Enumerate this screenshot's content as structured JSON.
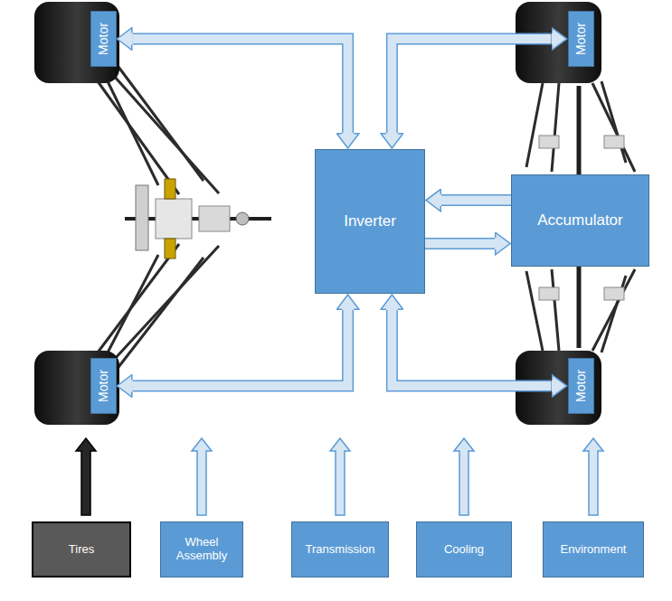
{
  "diagram": {
    "nodes": [
      {
        "text": [
          "Motor"
        ]
      },
      {
        "text": [
          "Motor"
        ]
      },
      {
        "text": [
          "Inverter"
        ]
      },
      {
        "text": [
          "Accumulator"
        ]
      },
      {
        "text": [
          "Motor"
        ]
      },
      {
        "text": [
          "Motor"
        ]
      },
      {
        "text": [
          "Tires"
        ]
      },
      {
        "text": [
          "Wheel Assembly"
        ]
      },
      {
        "text": [
          "Transmission"
        ]
      },
      {
        "text": [
          "Cooling"
        ]
      },
      {
        "text": [
          "Environment"
        ]
      }
    ],
    "edges": [
      {
        "from": 0,
        "to": 2,
        "arrow": "both"
      },
      {
        "from": 1,
        "to": 2,
        "arrow": "both"
      },
      {
        "from": 3,
        "to": 2,
        "arrow": "to"
      },
      {
        "from": 2,
        "to": 3,
        "arrow": "to"
      },
      {
        "from": 4,
        "to": 2,
        "arrow": "both"
      },
      {
        "from": 5,
        "to": 2,
        "arrow": "both"
      }
    ]
  }
}
